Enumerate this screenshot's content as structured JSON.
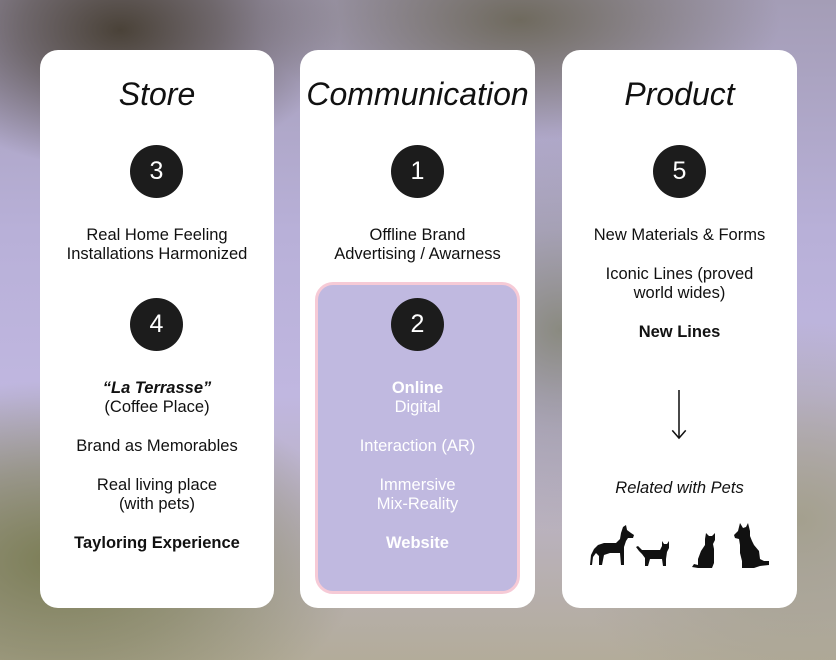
{
  "columns": {
    "store": {
      "title": "Store",
      "badge1": "3",
      "text1_line1": "Real Home Feeling",
      "text1_line2": "Installations Harmonized",
      "badge2": "4",
      "la_terrasse": "“La Terrasse”",
      "coffee_place": "(Coffee Place)",
      "memorables": "Brand as Memorables",
      "living_line1": "Real living place",
      "living_line2": "(with pets)",
      "tayloring": "Tayloring Experience"
    },
    "communication": {
      "title": "Communication",
      "badge1": "1",
      "text1_line1": "Offline Brand",
      "text1_line2": "Advertising / Awarness",
      "badge2": "2",
      "online": "Online",
      "digital": "Digital",
      "interaction": "Interaction (AR)",
      "immersive_line1": "Immersive",
      "immersive_line2": "Mix-Reality",
      "website": "Website"
    },
    "product": {
      "title": "Product",
      "badge1": "5",
      "materials": "New Materials & Forms",
      "iconic_line1": "Iconic Lines (proved",
      "iconic_line2": "world wides)",
      "new_lines": "New Lines",
      "related": "Related with Pets"
    }
  },
  "colors": {
    "card": "#ffffff",
    "badge": "#1c1c1c",
    "highlight_fill": "#c0b9e0",
    "highlight_border": "#f6cad6"
  },
  "icons": [
    "down-arrow-icon",
    "dog-icon",
    "cat-icon",
    "sitting-cat-icon",
    "sitting-dog-icon"
  ]
}
